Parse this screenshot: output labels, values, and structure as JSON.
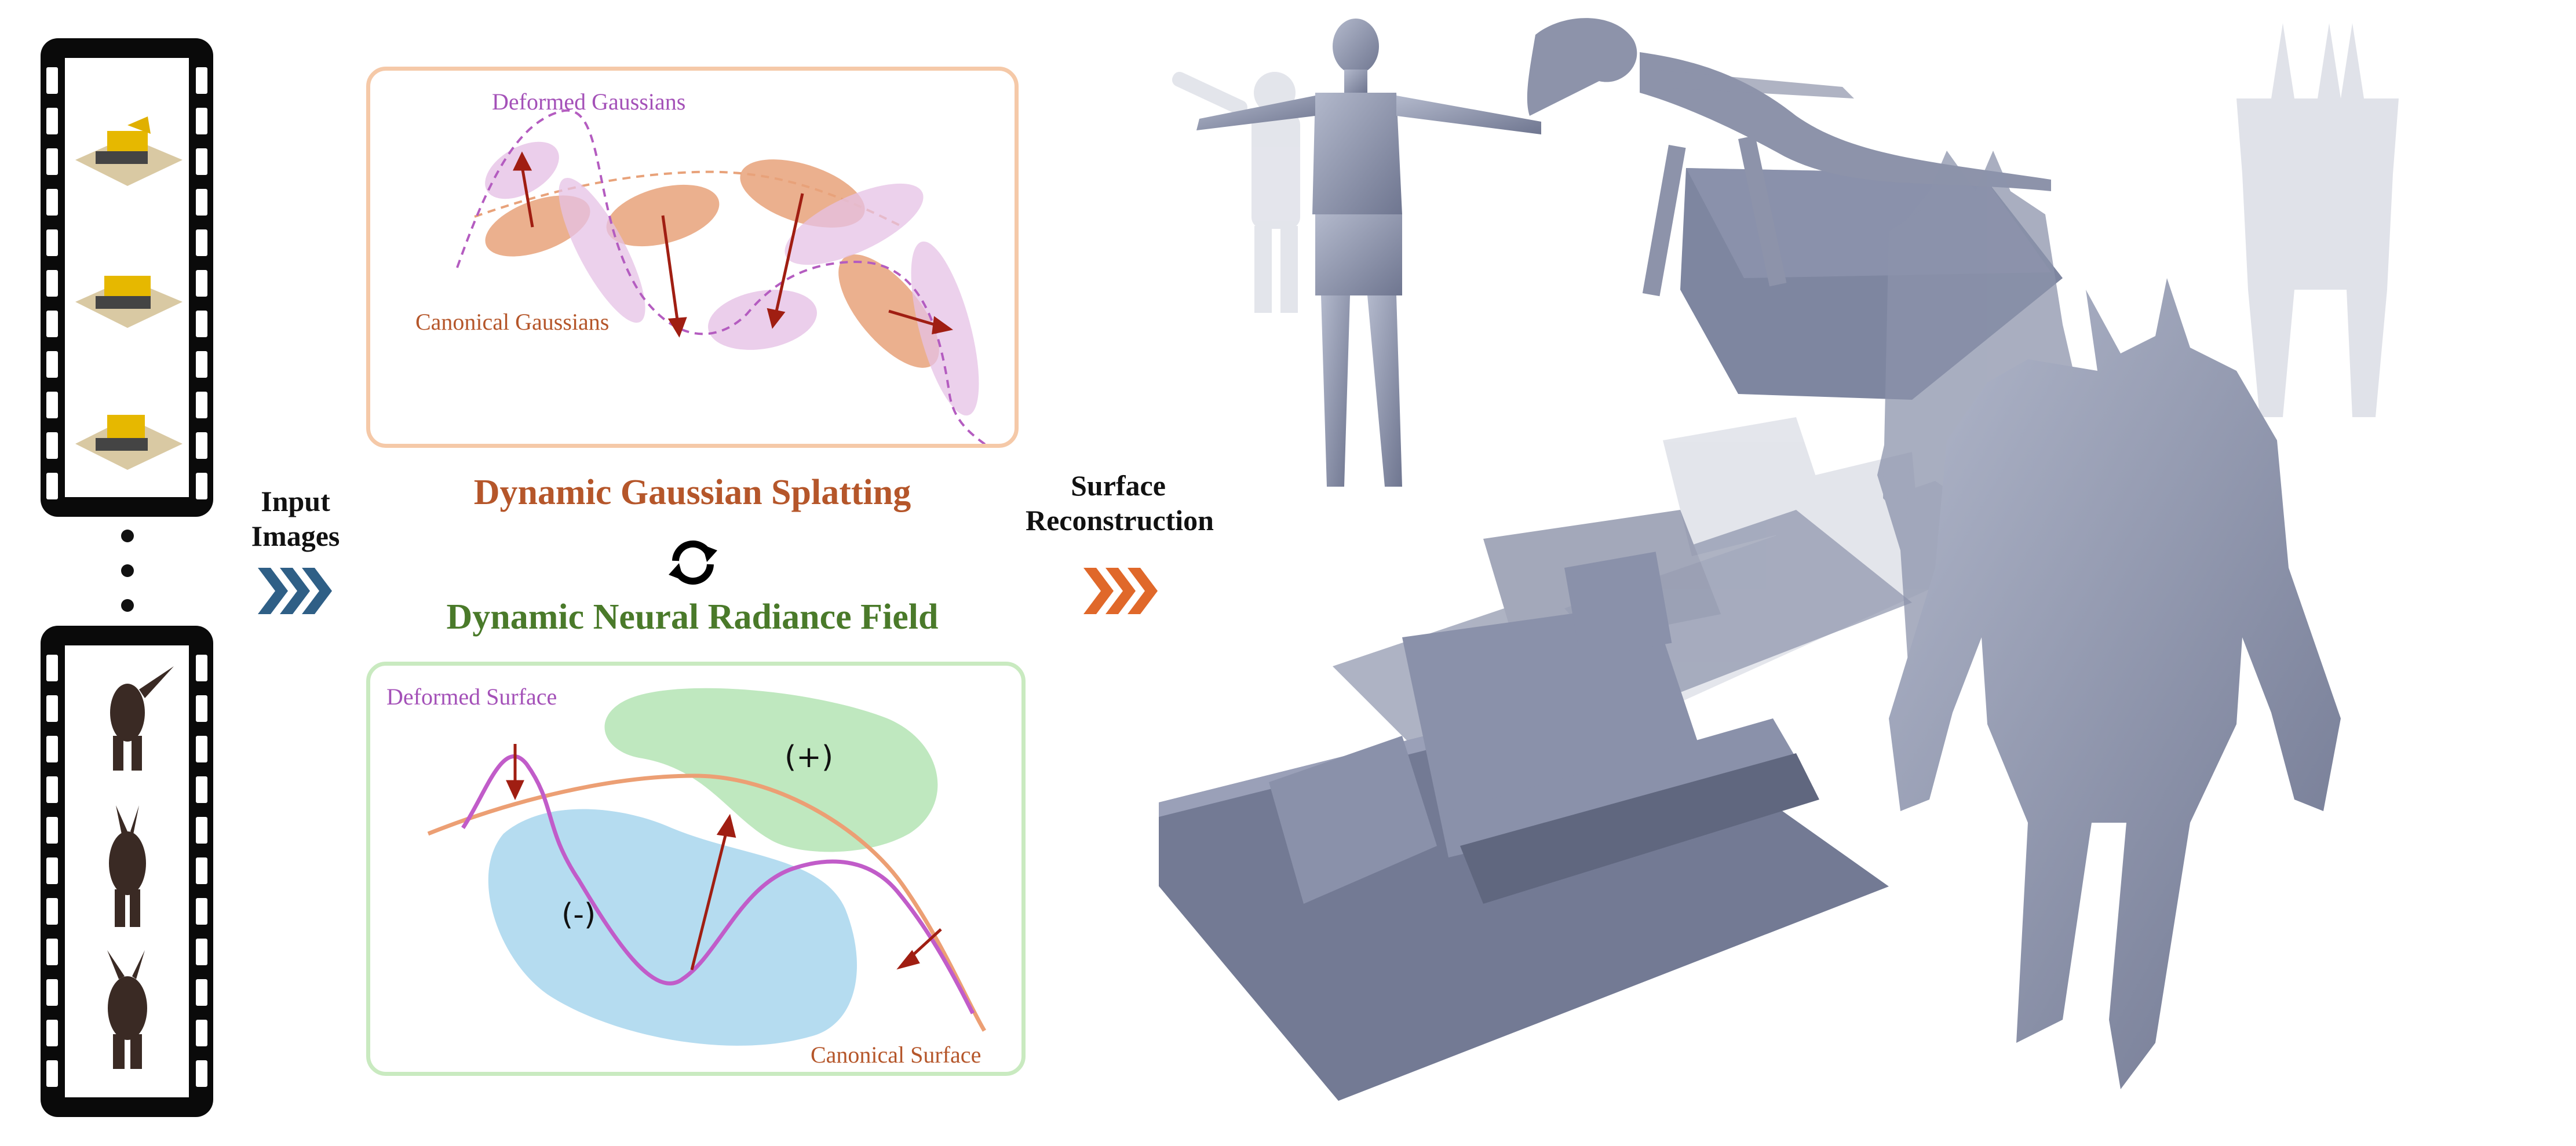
{
  "input_label_line1": "Input",
  "input_label_line2": "Images",
  "surface_label_line1": "Surface",
  "surface_label_line2": "Reconstruction",
  "gs_title": "Dynamic Gaussian Splatting",
  "nerf_title": "Dynamic Neural Radiance Field",
  "gs_panel": {
    "deformed_label": "Deformed Gaussians",
    "canonical_label": "Canonical Gaussians"
  },
  "nerf_panel": {
    "deformed_label": "Deformed Surface",
    "canonical_label": "Canonical Surface",
    "positive_label": "(+)",
    "negative_label": "(-)"
  },
  "colors": {
    "gs_title": "#b5562a",
    "nerf_title": "#4a7a2a",
    "gs_panel_border": "#f5c9a8",
    "nerf_panel_border": "#c9eac0",
    "canonical_gaussian": "#e8a27a",
    "deformed_gaussian": "#e6c2e6",
    "deformed_text": "#a451b8",
    "canonical_text": "#b5562a",
    "arrow": "#a01e12",
    "positive_region": "#bfe8bf",
    "negative_region": "#b5dcf0",
    "input_chevron": "#2f5f86",
    "output_chevron": "#e0682a",
    "mesh": "#8e95ad"
  },
  "icons": [
    "film-strip-icon",
    "vertical-ellipsis-icon",
    "chevron-right-icon",
    "cycle-arrows-icon"
  ]
}
